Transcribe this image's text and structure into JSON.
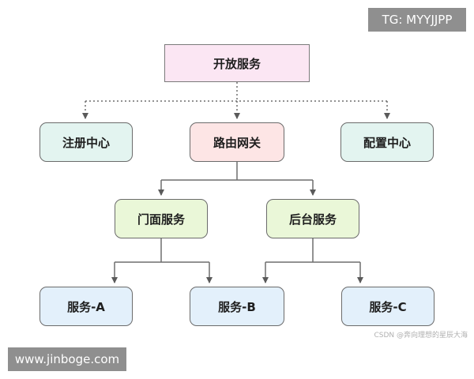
{
  "diagram": {
    "root": {
      "label": "开放服务",
      "fill": "#fbe6f3"
    },
    "level1": [
      {
        "label": "注册中心",
        "fill": "#e3f4f0"
      },
      {
        "label": "路由网关",
        "fill": "#fde5e5"
      },
      {
        "label": "配置中心",
        "fill": "#e3f4f0"
      }
    ],
    "level2": [
      {
        "label": "门面服务",
        "fill": "#eaf7d8"
      },
      {
        "label": "后台服务",
        "fill": "#eaf7d8"
      }
    ],
    "level3": [
      {
        "label": "服务-A",
        "fill": "#e3f0fb"
      },
      {
        "label": "服务-B",
        "fill": "#e3f0fb"
      },
      {
        "label": "服务-C",
        "fill": "#e3f0fb"
      }
    ],
    "colors": {
      "line": "#6e6e6e",
      "arrow": "#5a5a5a",
      "border": "#6b6b6b"
    }
  },
  "watermarks": {
    "top_right": "TG: MYYJJPP",
    "bottom_left": "www.jinboge.com",
    "credit": "CSDN @奔向理想的星辰大海"
  }
}
